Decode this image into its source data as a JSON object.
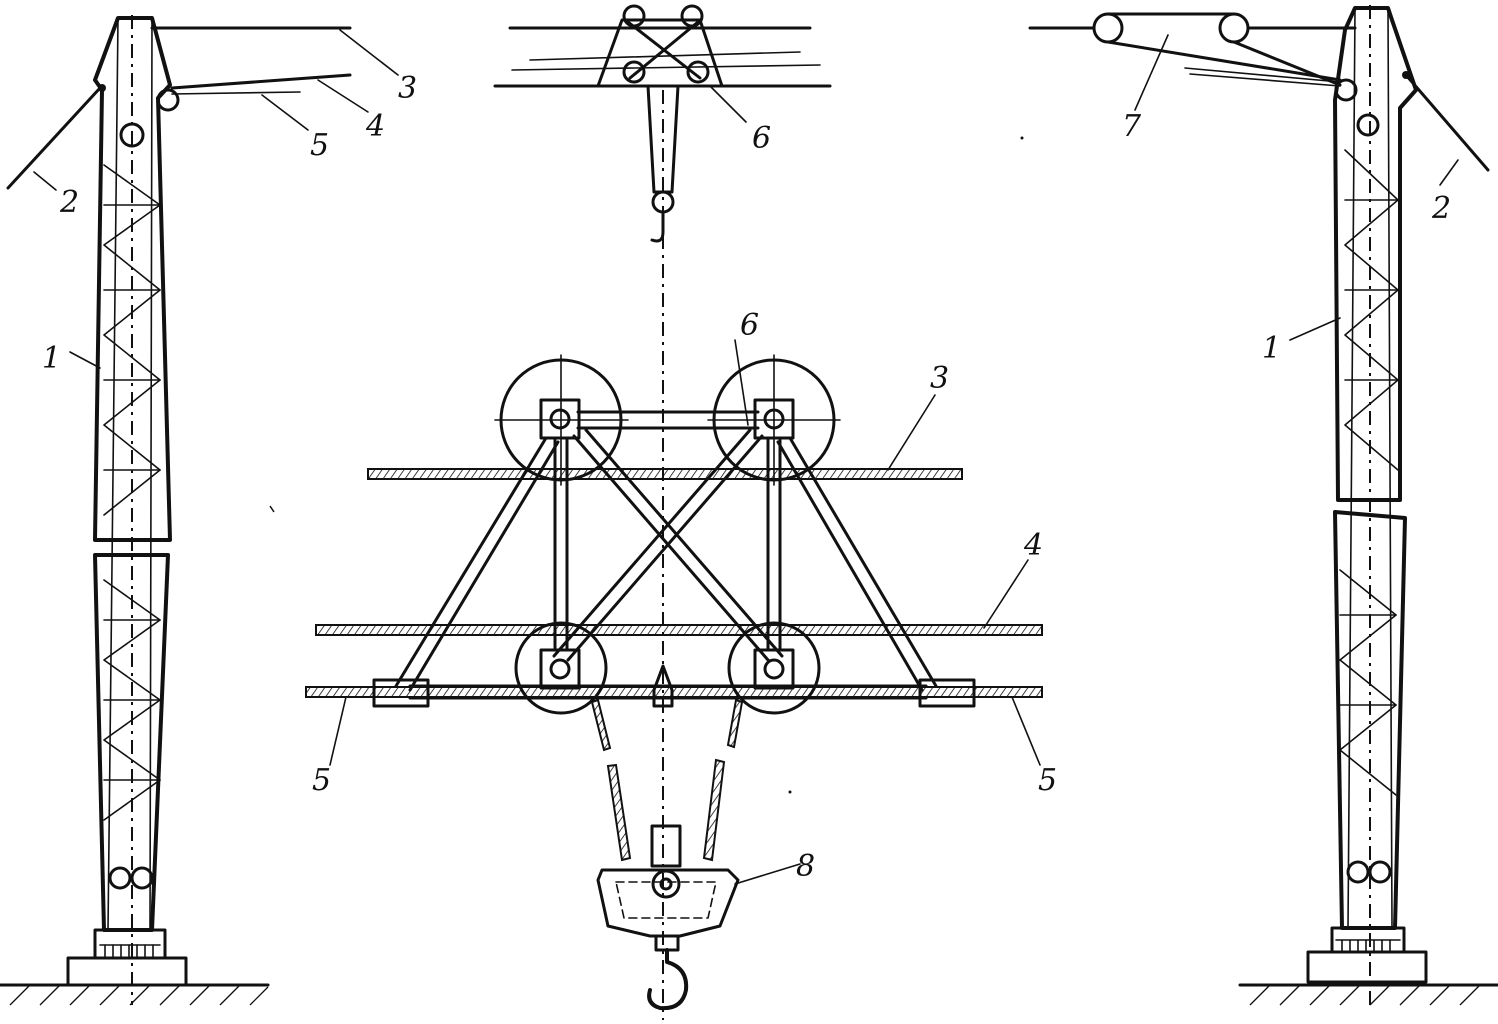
{
  "labels": {
    "l1_left": "1",
    "l1_right": "1",
    "l2_left": "2",
    "l2_right": "2",
    "l3_top": "3",
    "l3_center": "3",
    "l4_top": "4",
    "l4_center": "4",
    "l5_top": "5",
    "l5_center_left": "5",
    "l5_center_right": "5",
    "l6_top": "6",
    "l6_center": "6",
    "l7": "7",
    "l8": "8"
  }
}
